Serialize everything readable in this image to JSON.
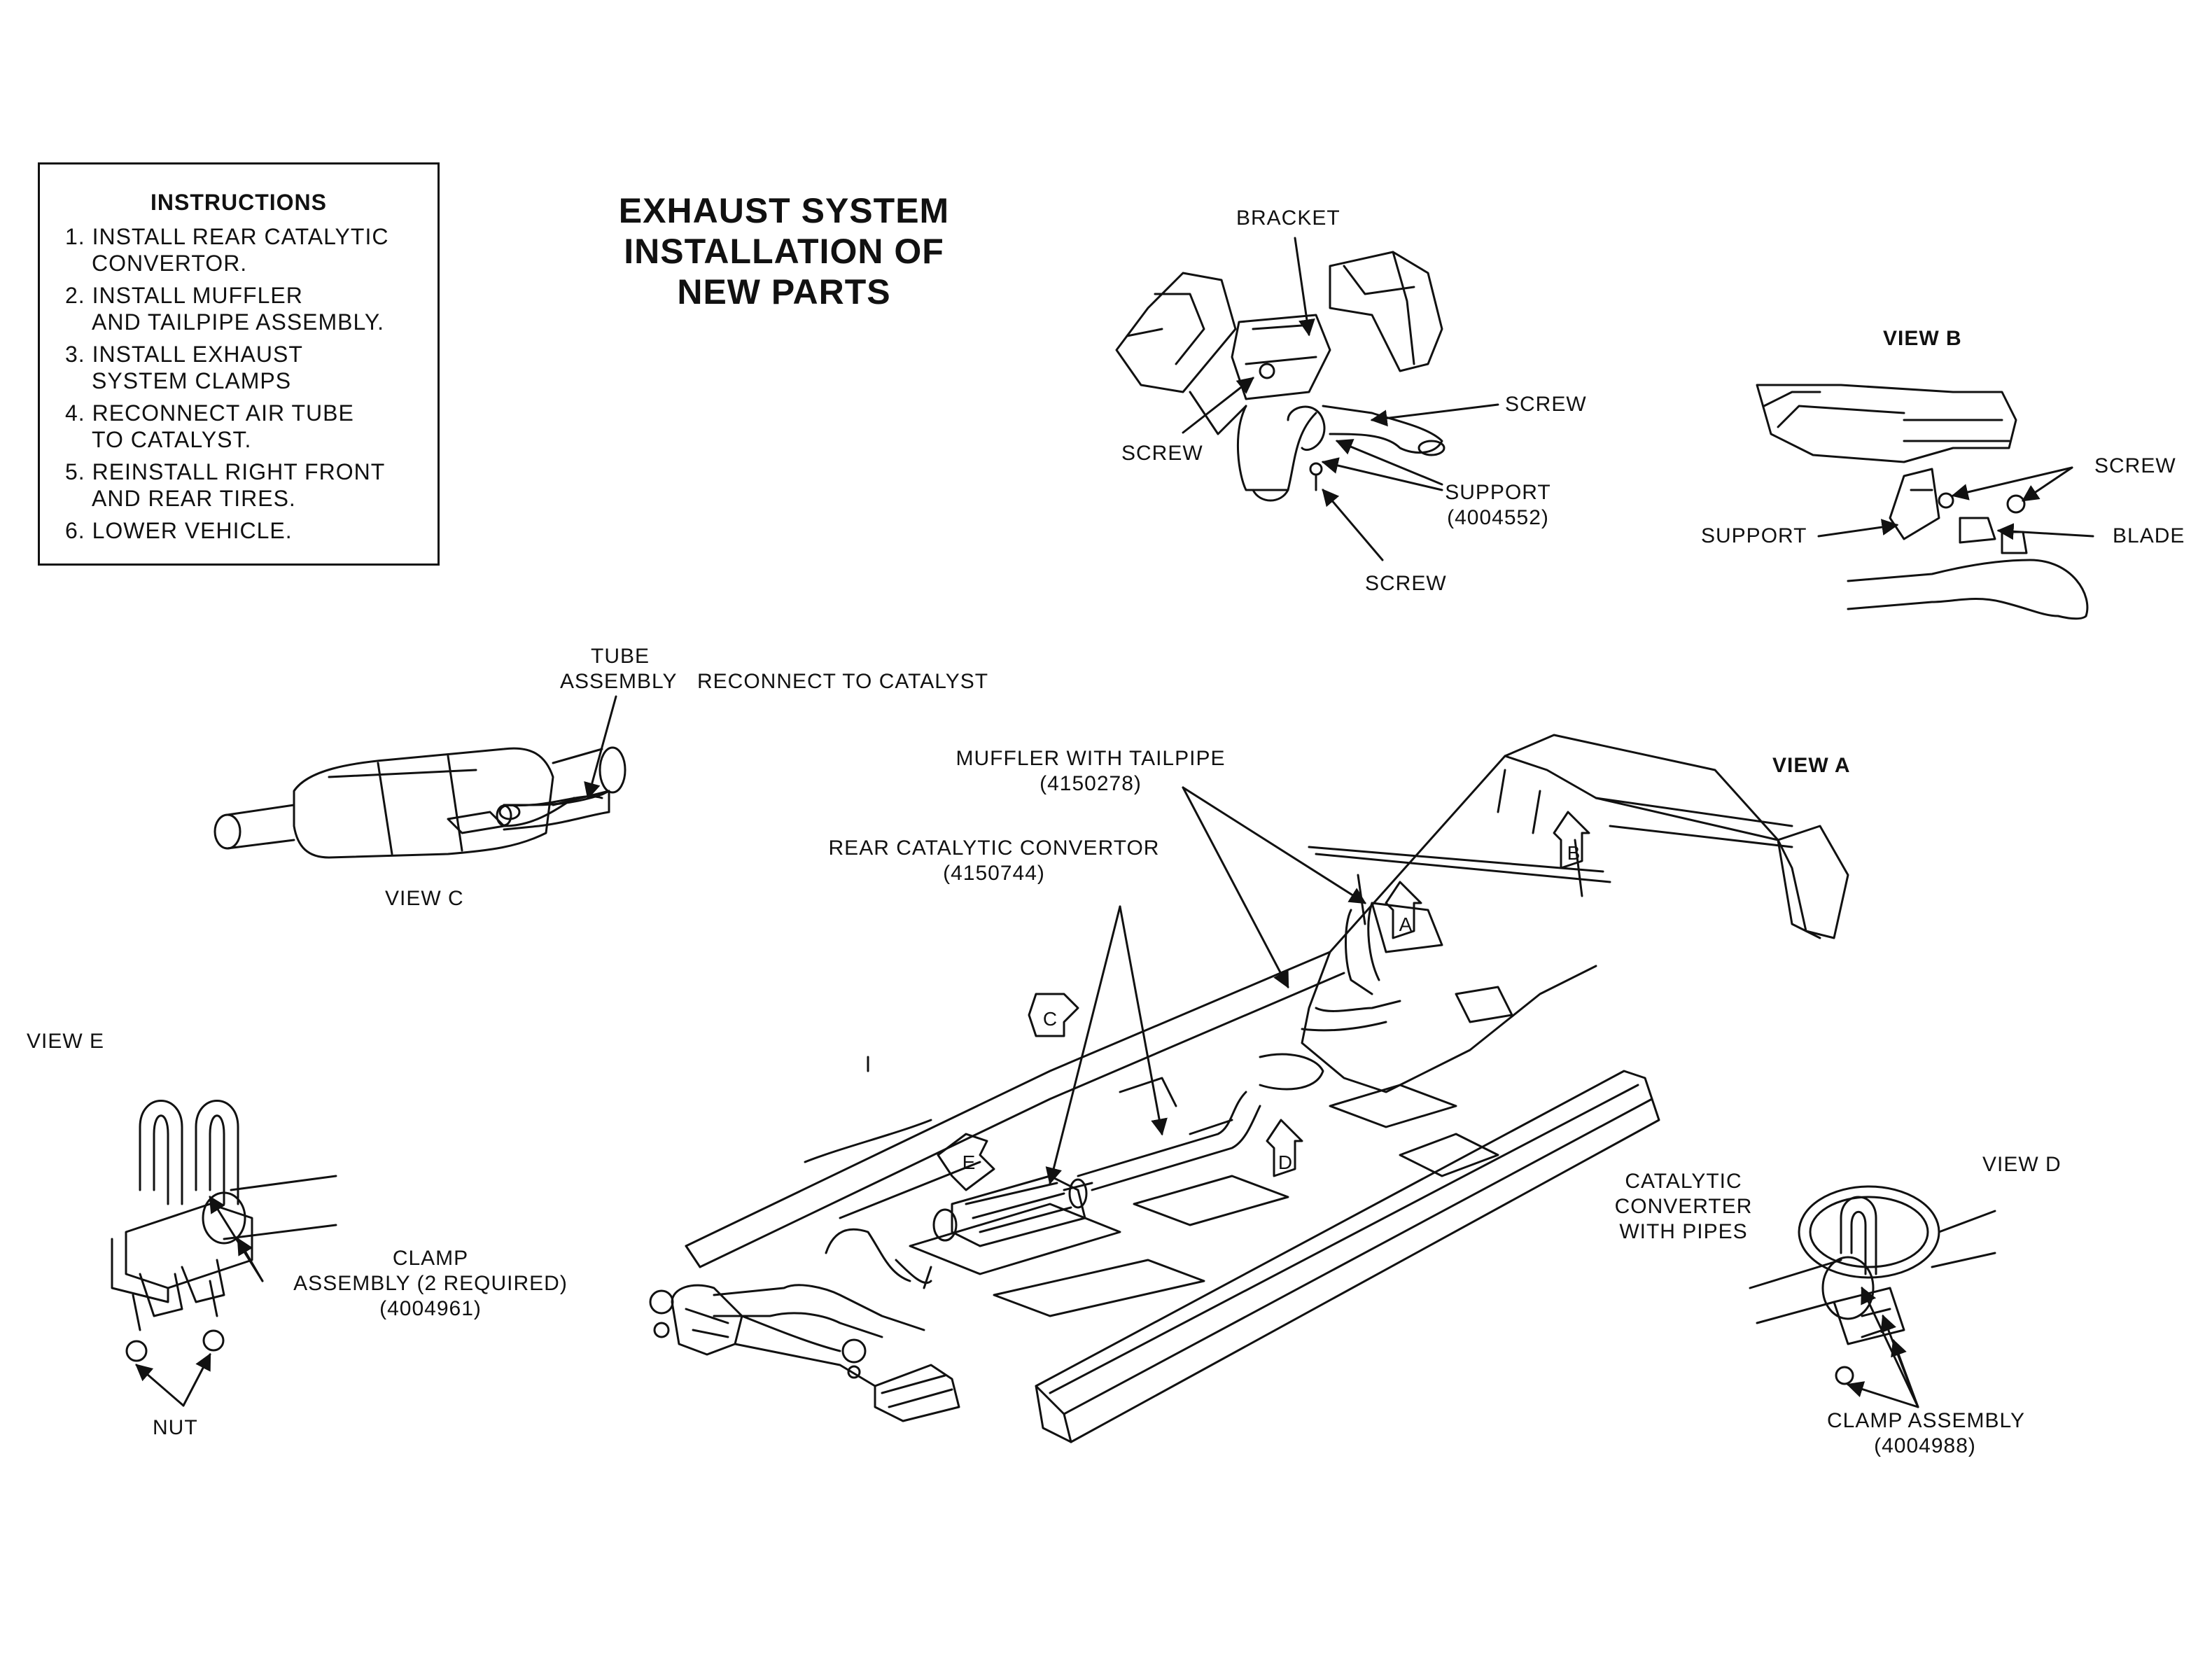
{
  "instructions": {
    "title": "INSTRUCTIONS",
    "steps": [
      [
        "1. INSTALL REAR CATALYTIC",
        "CONVERTOR."
      ],
      [
        "2. INSTALL MUFFLER",
        "AND TAILPIPE ASSEMBLY."
      ],
      [
        "3. INSTALL EXHAUST",
        "SYSTEM CLAMPS"
      ],
      [
        "4. RECONNECT AIR TUBE",
        "TO CATALYST."
      ],
      [
        "5. REINSTALL RIGHT FRONT",
        "AND REAR TIRES."
      ],
      [
        "6. LOWER VEHICLE.",
        ""
      ]
    ]
  },
  "title": [
    "EXHAUST SYSTEM",
    "INSTALLATION OF",
    "NEW PARTS"
  ],
  "view_a_detail": {
    "bracket": "BRACKET",
    "screw_left": "SCREW",
    "screw_right": "SCREW",
    "screw_bottom": "SCREW",
    "support": "SUPPORT",
    "support_part": "(4004552)"
  },
  "view_b": {
    "title": "VIEW B",
    "screw": "SCREW",
    "support": "SUPPORT",
    "blade": "BLADE"
  },
  "view_c": {
    "title": "VIEW C",
    "tube": "TUBE",
    "tube_assembly": "ASSEMBLY",
    "reconnect": "RECONNECT TO CATALYST"
  },
  "main": {
    "view_a": "VIEW A",
    "muffler": "MUFFLER WITH TAILPIPE",
    "muffler_part": "(4150278)",
    "rear_cat": "REAR CATALYTIC CONVERTOR",
    "rear_cat_part": "(4150744)",
    "arrows": [
      "A",
      "B",
      "C",
      "D",
      "E"
    ]
  },
  "view_e": {
    "title": "VIEW E",
    "clamp": "CLAMP",
    "clamp_assembly": "ASSEMBLY (2 REQUIRED)",
    "clamp_part": "(4004961)",
    "nut": "NUT"
  },
  "view_d": {
    "title": "VIEW D",
    "cat": [
      "CATALYTIC",
      "CONVERTER",
      "WITH PIPES"
    ],
    "clamp_assembly": "CLAMP ASSEMBLY",
    "clamp_part": "(4004988)"
  }
}
